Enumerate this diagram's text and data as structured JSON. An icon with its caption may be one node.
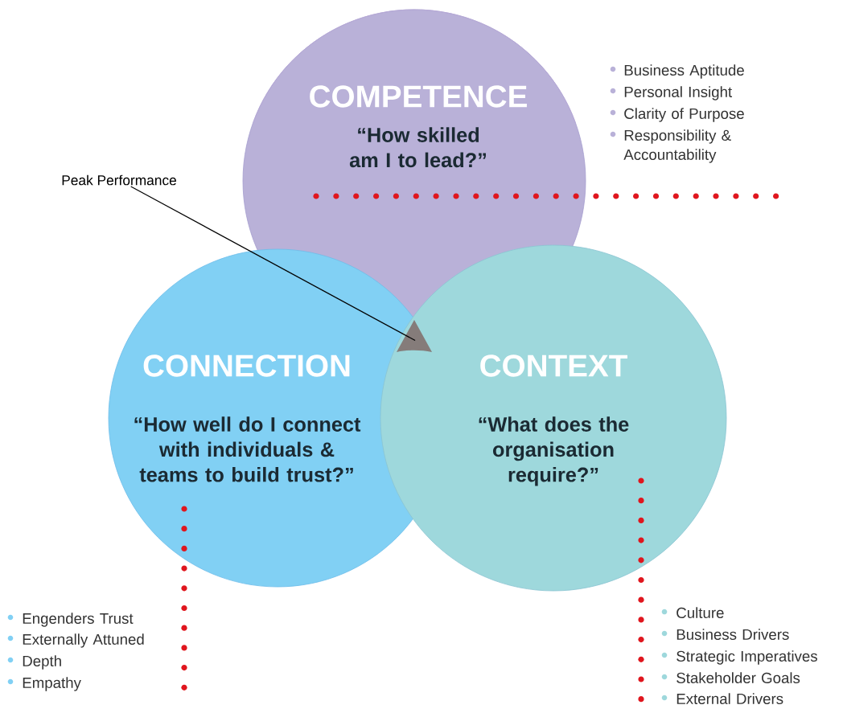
{
  "diagram": {
    "nodes": [
      {
        "text": [
          "COMPETENCE",
          "“How skilled am I to lead?”"
        ]
      },
      {
        "text": [
          "CONNECTION",
          "“How well do I connect with individuals & teams to build trust?”"
        ]
      },
      {
        "text": [
          "CONTEXT",
          "“What does the organisation require?”"
        ]
      },
      {
        "text": [
          "Peak Performance"
        ]
      },
      {
        "text": [],
        "shape": "triangle"
      }
    ],
    "edges": [
      {
        "from": 3,
        "to": 4,
        "arrow": "none"
      }
    ],
    "labels": [
      "Business Aptitude",
      "Personal Insight",
      "Clarity of Purpose",
      "Responsibility & Accountability",
      "Engenders Trust",
      "Externally Attuned",
      "Depth",
      "Empathy",
      "Culture",
      "Business Drivers",
      "Strategic Imperatives",
      "Stakeholder Goals",
      "External Drivers"
    ]
  }
}
